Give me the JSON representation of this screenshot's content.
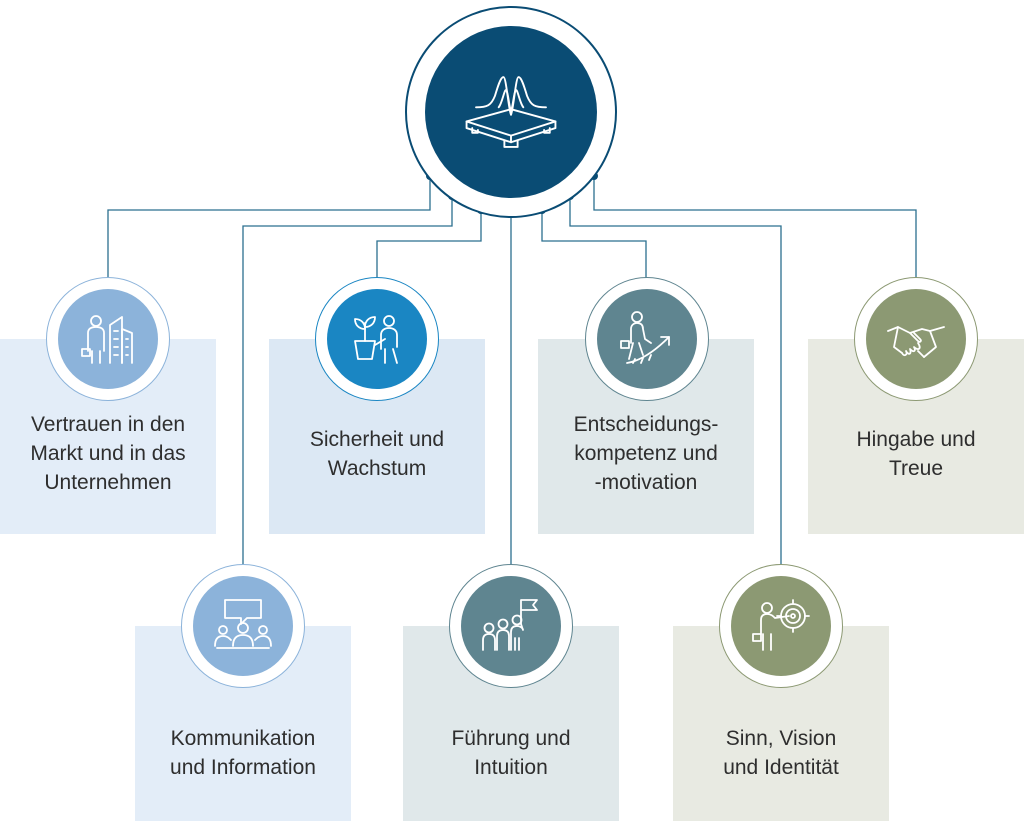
{
  "colors": {
    "hub": "#0a4c74",
    "connector": "#2b6f8f",
    "light_blue": "#8cb3da",
    "mid_blue": "#1a86c3",
    "slate": "#5f8590",
    "olive": "#8c9973",
    "box_light_blue": "#e3edf8",
    "box_blue": "#dce8f4",
    "box_slate": "#e0e8ea",
    "box_olive": "#e8eae2"
  },
  "hub": {
    "icon": "wave-scale-icon"
  },
  "nodes": [
    {
      "id": "vertrauen",
      "label": "Vertrauen in den\nMarkt und in das\nUnternehmen",
      "icon": "businessman-building-icon",
      "color": "light_blue"
    },
    {
      "id": "sicherheit",
      "label": "Sicherheit und\nWachstum",
      "icon": "plant-person-icon",
      "color": "mid_blue"
    },
    {
      "id": "entscheidung",
      "label": "Entscheidungs-\nkompetenz und\n-motivation",
      "icon": "climbing-arrow-icon",
      "color": "slate"
    },
    {
      "id": "hingabe",
      "label": "Hingabe und\nTreue",
      "icon": "handshake-icon",
      "color": "olive"
    },
    {
      "id": "kommunikation",
      "label": "Kommunikation\nund Information",
      "icon": "meeting-speech-icon",
      "color": "light_blue"
    },
    {
      "id": "fuehrung",
      "label": "Führung und\nIntuition",
      "icon": "team-flag-icon",
      "color": "slate"
    },
    {
      "id": "sinn",
      "label": "Sinn, Vision\nund Identität",
      "icon": "person-target-icon",
      "color": "olive"
    }
  ]
}
